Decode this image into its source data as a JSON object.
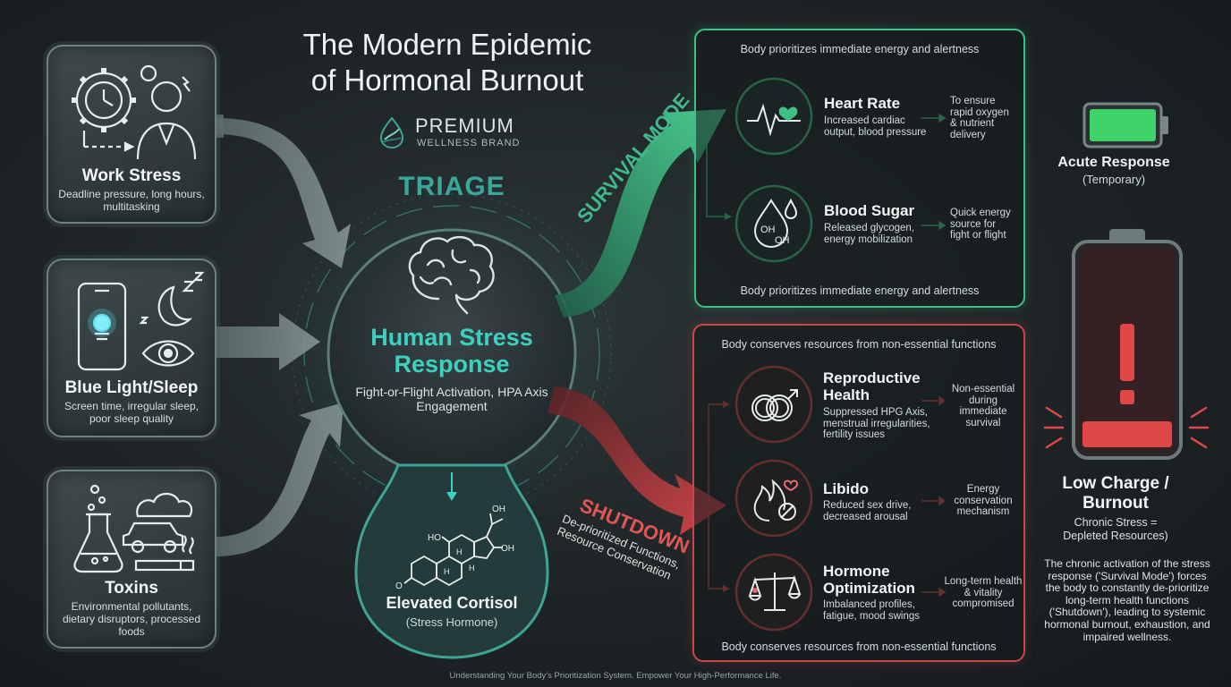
{
  "title": {
    "line1": "The Modern Epidemic",
    "line2": "of Hormonal Burnout"
  },
  "brand": {
    "name": "PREMIUM",
    "sub": "WELLNESS BRAND",
    "icon": "leaf-drop-icon"
  },
  "sources": [
    {
      "name": "Work Stress",
      "desc": "Deadline pressure, long hours, multitasking",
      "icon": "gear-clock-person-icon"
    },
    {
      "name": "Blue Light/Sleep",
      "desc": "Screen time, irregular sleep, poor sleep quality",
      "icon": "phone-moon-eye-icon"
    },
    {
      "name": "Toxins",
      "desc": "Environmental pollutants, dietary disruptors, processed foods",
      "icon": "flask-car-cigarette-icon"
    }
  ],
  "center": {
    "triage": "TRIAGE",
    "title": "Human Stress Response",
    "subtitle": "Fight-or-Flight Activation, HPA Axis Engagement",
    "cortisol_title": "Elevated Cortisol",
    "cortisol_sub": "(Stress Hormone)",
    "molecule_labels": {
      "oh1": "HO",
      "oh2": "OH",
      "oh3": "OH",
      "h1": "H",
      "h2": "H",
      "h3": "H",
      "o": "O"
    }
  },
  "survival": {
    "label": "SURVIVAL MODE",
    "note_top": "Body prioritizes immediate energy and alertness",
    "note_bottom": "Body prioritizes immediate energy and alertness",
    "items": [
      {
        "title": "Heart Rate",
        "desc": "Increased cardiac output, blood pressure",
        "why": "To ensure rapid oxygen & nutrient delivery",
        "icon": "heart-rate-icon"
      },
      {
        "title": "Blood Sugar",
        "desc": "Released glycogen, energy mobilization",
        "why": "Quick energy source for fight or flight",
        "icon": "glucose-drop-icon",
        "glyph1": "OH",
        "glyph2": "OH"
      }
    ]
  },
  "shutdown": {
    "label": "SHUTDOWN",
    "sub": "De-prioritized Functions, Resource Conservation",
    "note_top": "Body conserves resources from non-essential functions",
    "note_bottom": "Body conserves resources from non-essential functions",
    "items": [
      {
        "title": "Reproductive Health",
        "desc": "Suppressed HPG Axis, menstrual irregularities, fertility issues",
        "why": "Non-essential during immediate survival",
        "icon": "gender-rings-icon"
      },
      {
        "title": "Libido",
        "desc": "Reduced sex drive, decreased arousal",
        "why": "Energy conservation mechanism",
        "icon": "flame-heart-icon"
      },
      {
        "title": "Hormone Optimization",
        "desc": "Imbalanced profiles, fatigue, mood swings",
        "why": "Long-term health & vitality compromised",
        "icon": "balance-scale-icon"
      }
    ]
  },
  "battery_full": {
    "title": "Acute Response",
    "sub": "(Temporary)",
    "level": 1.0,
    "color": "#3fd46a"
  },
  "battery_low": {
    "title": "Low Charge / Burnout",
    "sub": "Chronic Stress = Depleted Resources)",
    "level": 0.12,
    "color": "#e04848"
  },
  "summary": "The chronic activation of the stress response ('Survival Mode') forces the body to constantly de-prioritize long-term health functions ('Shutdown'), leading to systemic hormonal burnout, exhaustion, and impaired wellness.",
  "footer": "Understanding Your Body's Prioritization System. Empower Your High-Performance Life.",
  "colors": {
    "teal": "#3ed0bf",
    "green": "#3fbf84",
    "red": "#d64a4e",
    "bg": "#1e2426"
  }
}
